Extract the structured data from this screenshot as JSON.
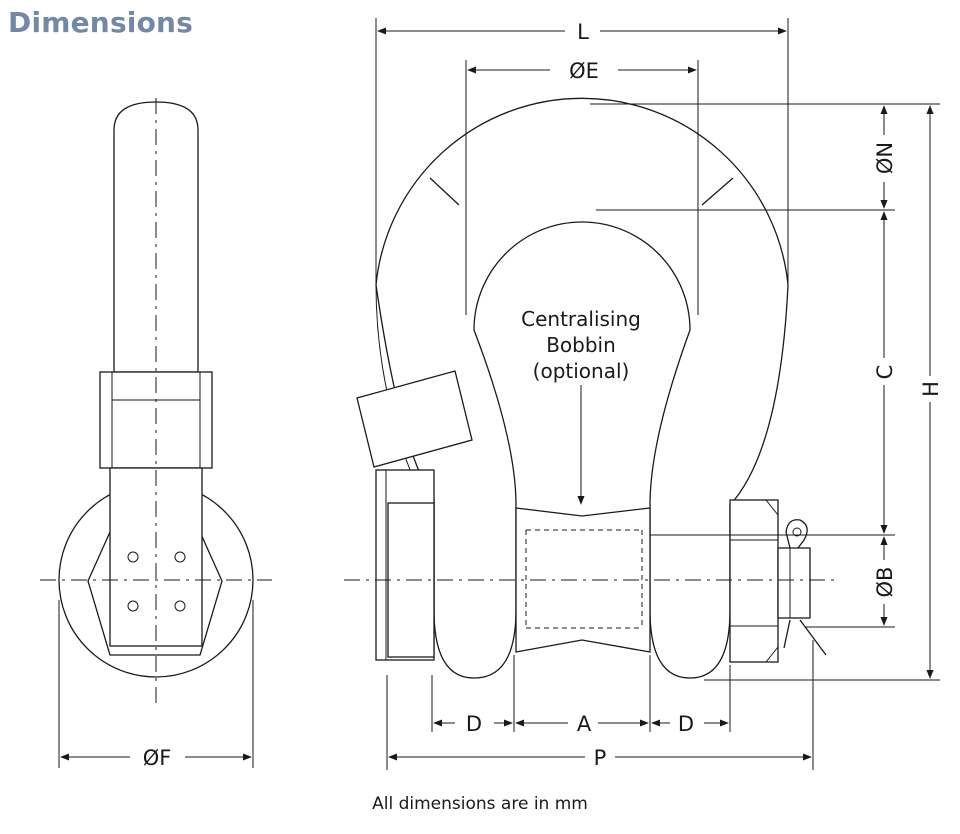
{
  "title": "Dimensions",
  "footer_note": "All dimensions are in mm",
  "bobbin_note": [
    "Centralising",
    "Bobbin",
    "(optional)"
  ],
  "labels": {
    "L": "L",
    "E": "ØE",
    "N": "ØN",
    "C": "C",
    "H": "H",
    "B": "ØB",
    "D_left": "D",
    "A": "A",
    "D_right": "D",
    "P": "P",
    "F": "ØF"
  }
}
